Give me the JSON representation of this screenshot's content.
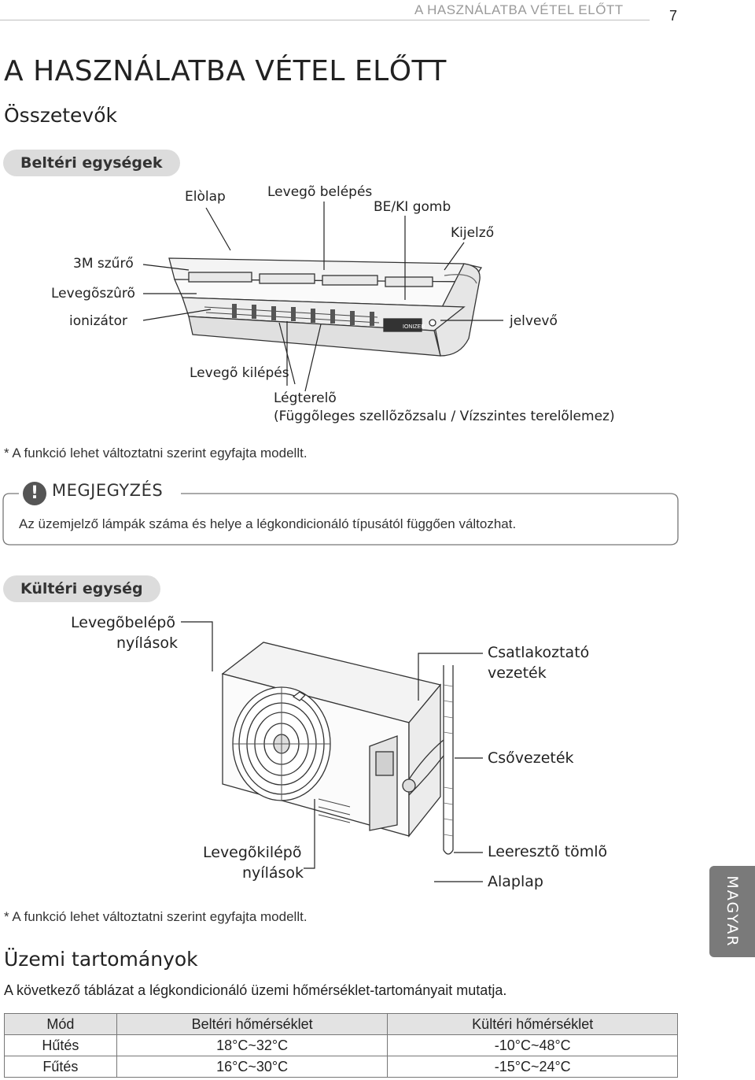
{
  "header": {
    "running_title": "A HASZNÁLATBA VÉTEL ELŐTT",
    "page_number": "7"
  },
  "page_title": "A HASZNÁLATBA VÉTEL ELŐTT",
  "section_title": "Összetevők",
  "indoor": {
    "pill": "Beltéri egységek",
    "labels": {
      "front_panel": "Elòlap",
      "air_inlet": "Levegõ belépés",
      "on_off": "BE/KI gomb",
      "display": "Kijelző",
      "filter_3m": "3M szűrő",
      "air_filter": "Levegõszûrõ",
      "ionizer": "ionizátor",
      "receiver": "jelvevő",
      "air_outlet": "Levegõ kilépés",
      "louver": "Légterelõ",
      "louver_detail": "(Függõleges szellõzõzsalu / Vízszintes terelõlemez)"
    },
    "ionizer_badge": "IONIZER",
    "footnote": "* A funkció lehet változtatni szerint egyfajta modellt."
  },
  "note": {
    "icon": "!",
    "heading": "MEGJEGYZÉS",
    "text": "Az üzemjelző lámpák száma és helye a légkondicionáló típusától függően változhat."
  },
  "outdoor": {
    "pill": "Kültéri egység",
    "labels": {
      "inlet_1": "Levegõbelépõ",
      "inlet_2": "nyílások",
      "cable_1": "Csatlakoztató",
      "cable_2": "vezeték",
      "piping": "Csővezeték",
      "outlet_1": "Levegõkilépõ",
      "outlet_2": "nyílások",
      "drain": "Leeresztõ tömlõ",
      "base": "Alaplap"
    },
    "footnote": "* A funkció lehet változtatni szerint egyfajta modellt."
  },
  "ranges": {
    "title": "Üzemi tartományok",
    "description": "A következő táblázat a légkondicionáló üzemi hőmérséklet-tartományait mutatja.",
    "headers": [
      "Mód",
      "Beltéri hőmérséklet",
      "Kültéri hőmérséklet"
    ],
    "rows": [
      [
        "Hűtés",
        "18°C~32°C",
        "-10°C~48°C"
      ],
      [
        "Fűtés",
        "16°C~30°C",
        "-15°C~24°C"
      ]
    ]
  },
  "side_tab": "MAGYAR"
}
